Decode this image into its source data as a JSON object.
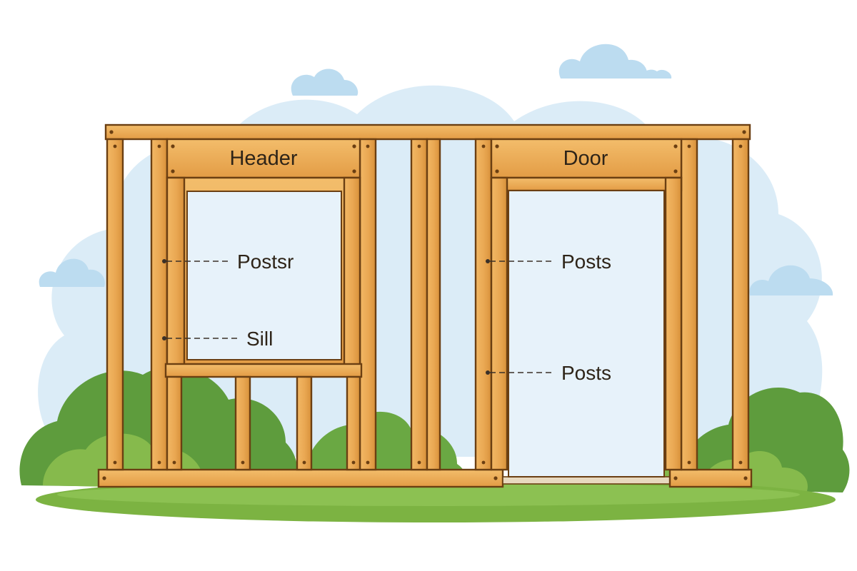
{
  "labels": {
    "window_header": "Header",
    "door_header": "Door",
    "window_callout_top": "Postsr",
    "window_callout_sill": "Sill",
    "door_callout_top": "Posts",
    "door_callout_bottom": "Posts"
  },
  "colors": {
    "sky": "#dcecf7",
    "cloud": "#bcdcf0",
    "bush_dark": "#5e9c3d",
    "bush_light": "#86ba4c",
    "ground": "#7cb342",
    "wood": "#e9a752",
    "wood_dark": "#c9852e",
    "wood_outline": "#6b3f12",
    "text": "#2e2418"
  },
  "icons": {
    "cloud": "cloud-icon",
    "bush": "bush-icon"
  }
}
